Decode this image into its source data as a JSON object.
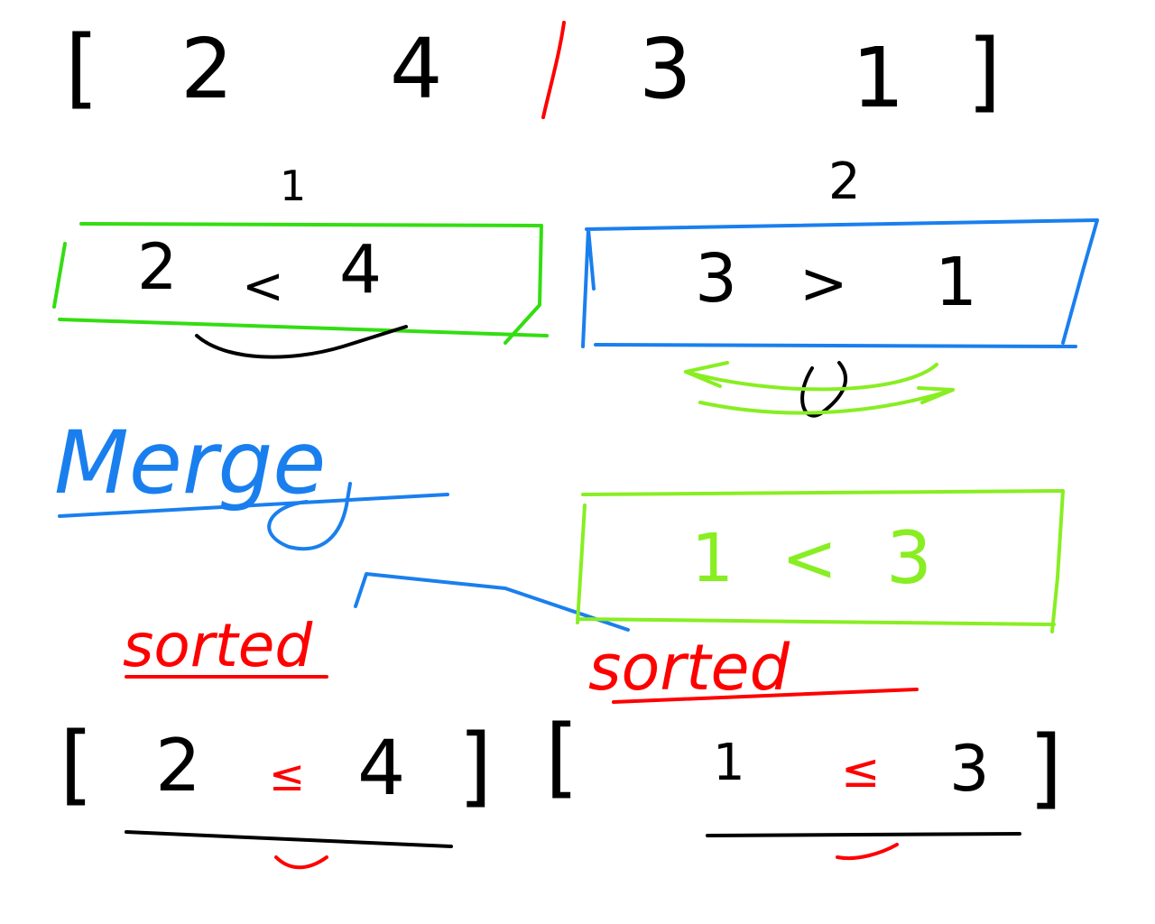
{
  "colors": {
    "ink": "#000000",
    "red": "#ff0000",
    "green": "#33dd11",
    "lime": "#88ee22",
    "blue": "#1a7fee"
  },
  "top_array": {
    "left_bracket": "[",
    "right_bracket": "]",
    "left_values": [
      "2",
      "4"
    ],
    "right_values": [
      "3",
      "1"
    ]
  },
  "step_labels": [
    "1",
    "2"
  ],
  "left_compare": {
    "a": "2",
    "op": "<",
    "b": "4"
  },
  "right_compare": {
    "a": "3",
    "op": ">",
    "b": "1"
  },
  "right_compare_swapped": {
    "a": "1",
    "op": "<",
    "b": "3"
  },
  "merge_label": "Merge",
  "sorted_labels": [
    "sorted",
    "sorted"
  ],
  "left_result": {
    "left_bracket": "[",
    "right_bracket": "]",
    "a": "2",
    "op": "≤",
    "b": "4"
  },
  "right_result": {
    "left_bracket": "[",
    "right_bracket": "]",
    "a": "1",
    "op": "≤",
    "b": "3"
  }
}
